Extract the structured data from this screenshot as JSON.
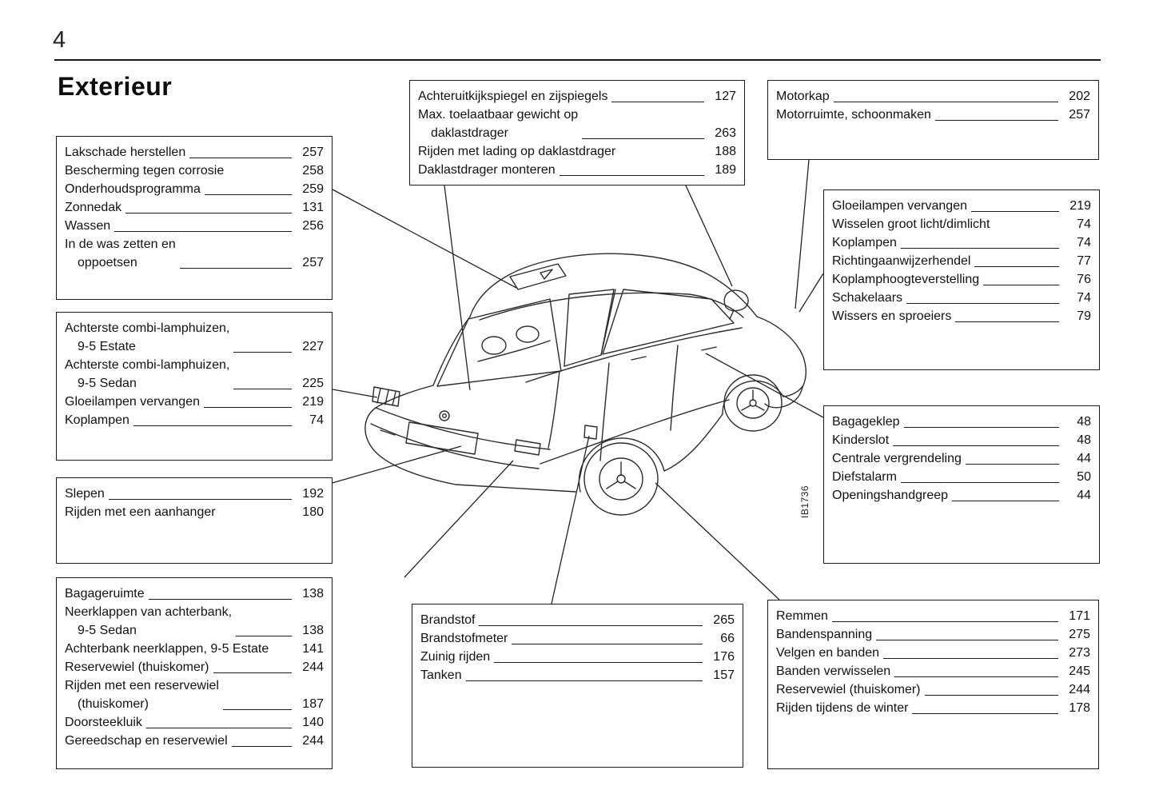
{
  "page": {
    "number": "4",
    "title": "Exterieur"
  },
  "illustration": {
    "code": "IB1736"
  },
  "boxes": {
    "paint": {
      "items": [
        {
          "label": "Lakschade herstellen",
          "page": "257",
          "leader": true
        },
        {
          "label": "Bescherming tegen corrosie",
          "page": "258",
          "leader": false
        },
        {
          "label": "Onderhoudsprogramma",
          "page": "259",
          "leader": true
        },
        {
          "label": "Zonnedak",
          "page": "131",
          "leader": true
        },
        {
          "label": "Wassen",
          "page": "256",
          "leader": true
        },
        {
          "label": "In de was zetten en\noppoetsen",
          "page": "257",
          "leader": true
        }
      ]
    },
    "rear_lamps": {
      "items": [
        {
          "label": "Achterste combi-lamphuizen,\n9-5 Estate",
          "page": "227",
          "leader": true
        },
        {
          "label": "Achterste combi-lamphuizen,\n9-5 Sedan",
          "page": "225",
          "leader": true
        },
        {
          "label": "Gloeilampen vervangen",
          "page": "219",
          "leader": true
        },
        {
          "label": "Koplampen",
          "page": "74",
          "leader": true
        }
      ]
    },
    "towing": {
      "items": [
        {
          "label": "Slepen",
          "page": "192",
          "leader": true
        },
        {
          "label": "Rijden met een aanhanger",
          "page": "180",
          "leader": false
        }
      ]
    },
    "luggage": {
      "items": [
        {
          "label": "Bagageruimte",
          "page": "138",
          "leader": true
        },
        {
          "label": "Neerklappen van achterbank,\n9-5 Sedan",
          "page": "138",
          "leader": true
        },
        {
          "label": "Achterbank neerklappen, 9-5 Estate",
          "page": "141",
          "leader": false
        },
        {
          "label": "Reservewiel (thuiskomer)",
          "page": "244",
          "leader": true
        },
        {
          "label": "Rijden met een reservewiel\n(thuiskomer)",
          "page": "187",
          "leader": true
        },
        {
          "label": "Doorsteekluik",
          "page": "140",
          "leader": true
        },
        {
          "label": "Gereedschap en reservewiel",
          "page": "244",
          "leader": true
        }
      ]
    },
    "mirrors_roof": {
      "items": [
        {
          "label": "Achteruitkijkspiegel en zijspiegels",
          "page": "127",
          "leader": true
        },
        {
          "label": "Max. toelaatbaar gewicht op\ndaklastdrager",
          "page": "263",
          "leader": true
        },
        {
          "label": "Rijden met lading op daklastdrager",
          "page": "188",
          "leader": false
        },
        {
          "label": "Daklastdrager monteren",
          "page": "189",
          "leader": true
        }
      ]
    },
    "bonnet": {
      "items": [
        {
          "label": "Motorkap",
          "page": "202",
          "leader": true
        },
        {
          "label": "Motorruimte, schoonmaken",
          "page": "257",
          "leader": true
        }
      ]
    },
    "lighting": {
      "items": [
        {
          "label": "Gloeilampen vervangen",
          "page": "219",
          "leader": true
        },
        {
          "label": "Wisselen groot licht/dimlicht",
          "page": "74",
          "leader": false
        },
        {
          "label": "Koplampen",
          "page": "74",
          "leader": true
        },
        {
          "label": "Richtingaanwijzerhendel",
          "page": "77",
          "leader": true
        },
        {
          "label": "Koplamphoogteverstelling",
          "page": "76",
          "leader": true
        },
        {
          "label": "Schakelaars",
          "page": "74",
          "leader": true
        },
        {
          "label": "Wissers en sproeiers",
          "page": "79",
          "leader": true
        }
      ]
    },
    "locks": {
      "items": [
        {
          "label": "Bagageklep",
          "page": "48",
          "leader": true
        },
        {
          "label": "Kinderslot",
          "page": "48",
          "leader": true
        },
        {
          "label": "Centrale vergrendeling",
          "page": "44",
          "leader": true
        },
        {
          "label": "Diefstalarm",
          "page": "50",
          "leader": true
        },
        {
          "label": "Openingshandgreep",
          "page": "44",
          "leader": true
        }
      ]
    },
    "fuel": {
      "items": [
        {
          "label": "Brandstof",
          "page": "265",
          "leader": true
        },
        {
          "label": "Brandstofmeter",
          "page": "66",
          "leader": true
        },
        {
          "label": "Zuinig rijden",
          "page": "176",
          "leader": true
        },
        {
          "label": "Tanken",
          "page": "157",
          "leader": true
        }
      ]
    },
    "brakes_tyres": {
      "items": [
        {
          "label": "Remmen",
          "page": "171",
          "leader": true
        },
        {
          "label": "Bandenspanning",
          "page": "275",
          "leader": true
        },
        {
          "label": "Velgen en banden",
          "page": "273",
          "leader": true
        },
        {
          "label": "Banden verwisselen",
          "page": "245",
          "leader": true
        },
        {
          "label": "Reservewiel (thuiskomer)",
          "page": "244",
          "leader": true
        },
        {
          "label": "Rijden tijdens de winter",
          "page": "178",
          "leader": true
        }
      ]
    }
  }
}
